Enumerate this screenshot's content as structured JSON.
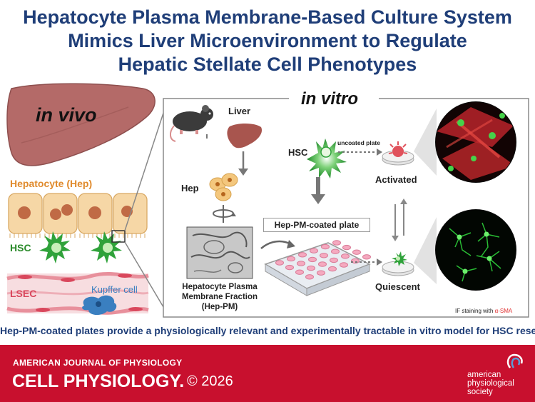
{
  "title": {
    "lines": [
      "Hepatocyte Plasma Membrane-Based Culture System",
      "Mimics Liver Microenvironment to Regulate",
      "Hepatic Stellate Cell Phenotypes"
    ]
  },
  "in_vivo": {
    "heading": "in vivo",
    "hepatocyte_label": "Hepatocyte (Hep)",
    "hsc_label": "HSC",
    "lsec_label": "LSEC",
    "kupffer_label": "Kupffer cell"
  },
  "in_vitro": {
    "heading": "in vitro",
    "liver_label": "Liver",
    "hep_label": "Hep",
    "hsc_label": "HSC",
    "uncoated_label": "uncoated plate",
    "activated_label": "Activated",
    "coated_label": "Hep-PM-coated plate",
    "quiescent_label": "Quiescent",
    "fraction_lines": [
      "Hepatocyte Plasma",
      "Membrane Fraction",
      "(Hep-PM)"
    ],
    "staining_prefix": "IF staining with ",
    "staining_marker": "α-SMA"
  },
  "caption": "Hep-PM-coated plates provide a physiologically relevant and experimentally tractable in vitro model for HSC research.",
  "footer": {
    "journal_line1": "AMERICAN JOURNAL OF PHYSIOLOGY",
    "journal_line2": "CELL PHYSIOLOGY.",
    "copyright": "© 2026",
    "society_lines": [
      "american",
      "physiological",
      "society"
    ]
  },
  "colors": {
    "title": "#1f3e78",
    "footer": "#c8102e",
    "hep_label": "#e08a2c",
    "hsc_label": "#2a8a2a",
    "lsec_label": "#d9475c",
    "kupffer_label": "#3a7fc0",
    "alpha_sma": "#e03030"
  }
}
